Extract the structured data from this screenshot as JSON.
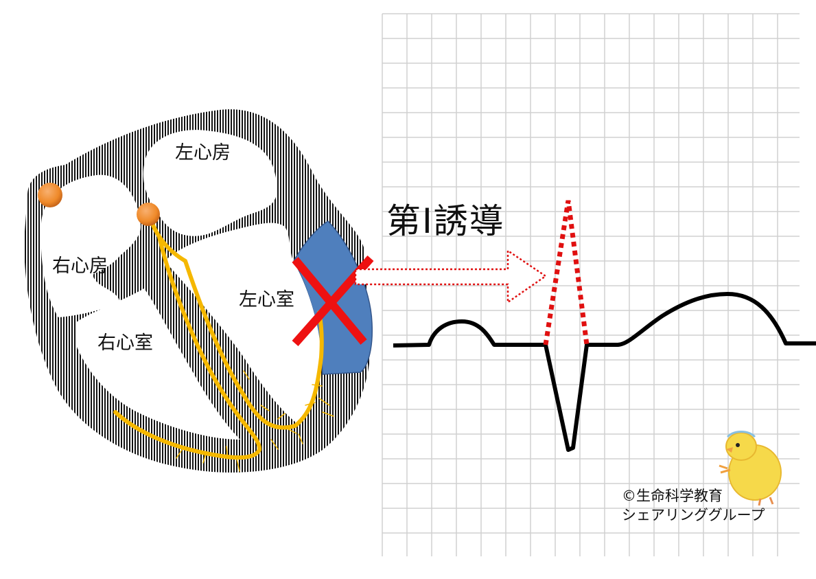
{
  "heart": {
    "chambers": {
      "left_atrium": "左心房",
      "right_atrium": "右心房",
      "left_ventricle": "左心室",
      "right_ventricle": "右心室"
    },
    "colors": {
      "wall": "#111111",
      "conduction": "#f5b800",
      "node": "#ef8a2a",
      "infarct": "#4f7fbd",
      "blocked_mark": "#ee1111"
    }
  },
  "ecg": {
    "lead_title": "第Ⅰ誘導",
    "colors": {
      "grid": "#d0d0d0",
      "trace": "#000000",
      "normal_r": "#e01010"
    }
  },
  "credit": {
    "line1": "©生命科学教育",
    "line2": "シェアリンググループ"
  }
}
